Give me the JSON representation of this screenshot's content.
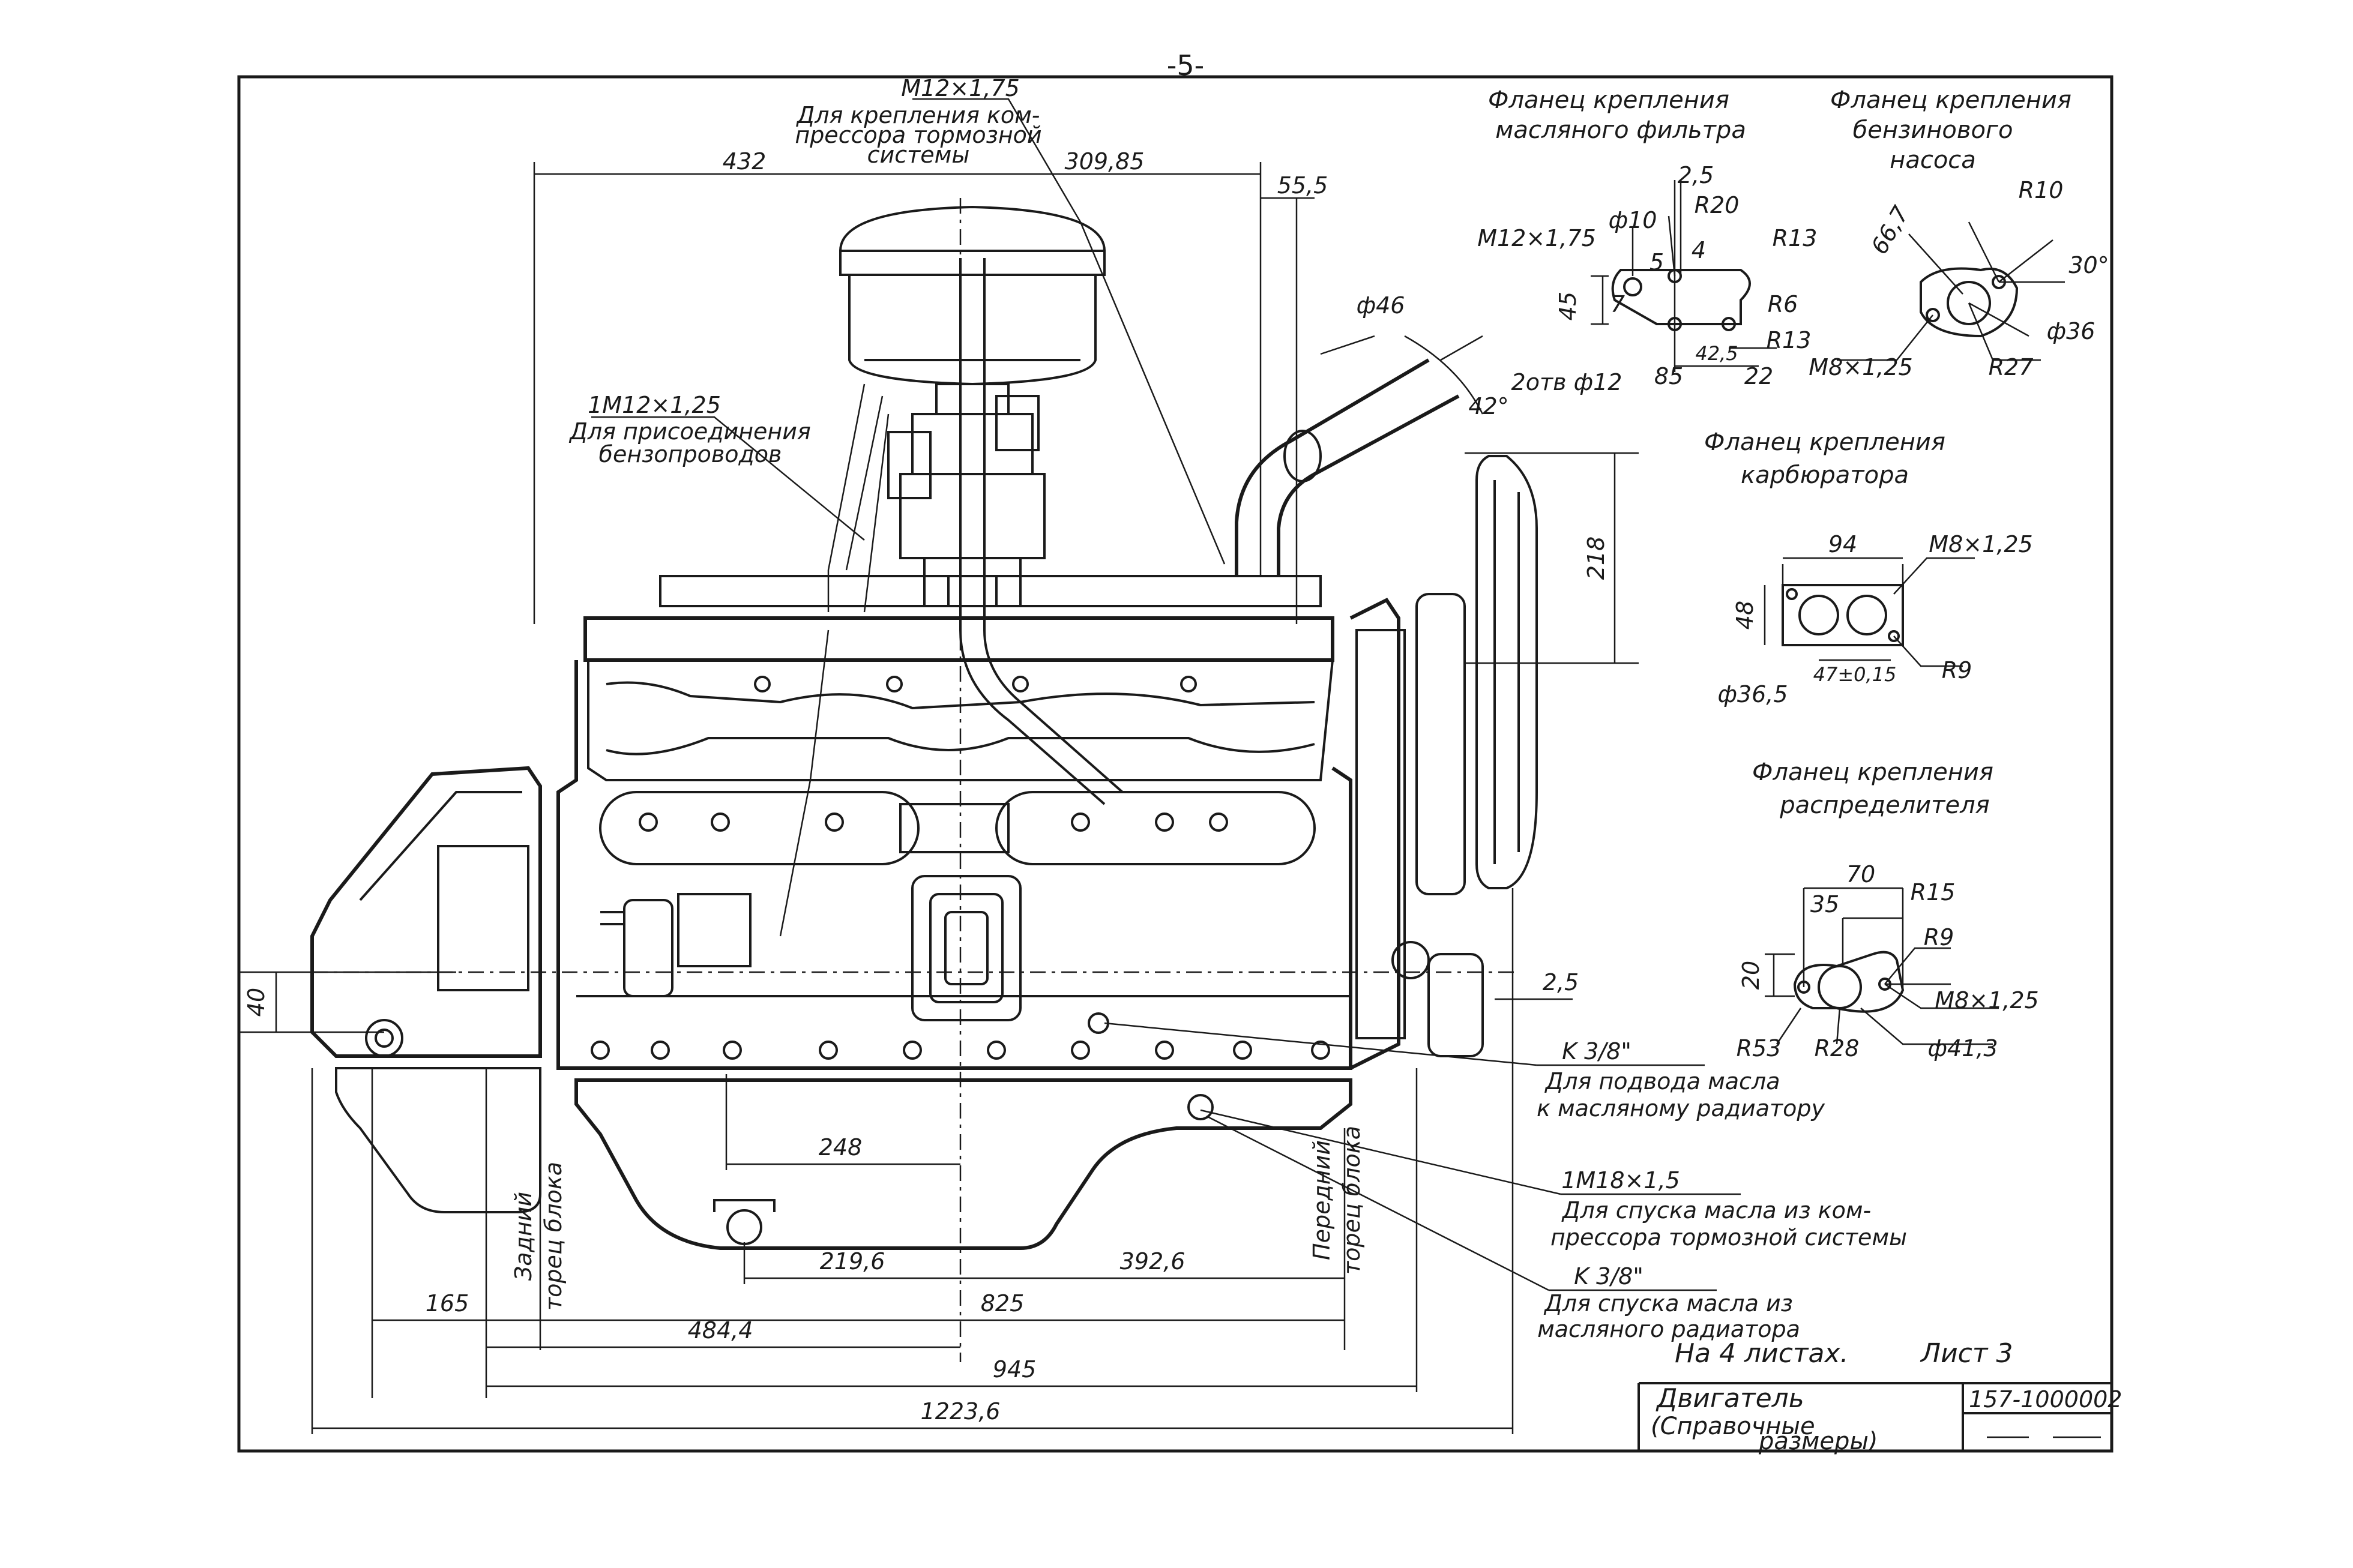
{
  "page_number": "-5-",
  "flanges": {
    "oil_filter": {
      "title": [
        "Фланец крепления",
        "масляного фильтра"
      ],
      "dims": {
        "d1": "2,5",
        "d2": "4",
        "d3": "5",
        "d4": "7",
        "d5": "45",
        "r1": "R20",
        "r2": "R13",
        "r3": "R6",
        "r4": "R13",
        "w1": "42,5",
        "w2": "85",
        "w3": "22",
        "thread": "M12×1,75",
        "phi": "ф10",
        "holes": "2отв ф12"
      }
    },
    "fuel_pump": {
      "title": [
        "Фланец крепления",
        "бензинового",
        "насоса"
      ],
      "dims": {
        "d1": "66,7",
        "r1": "R10",
        "a1": "30°",
        "phi": "ф36",
        "r2": "R27",
        "thread": "M8×1,25"
      }
    },
    "carburetor": {
      "title": [
        "Фланец крепления",
        "карбюратора"
      ],
      "dims": {
        "w": "94",
        "thread": "M8×1,25",
        "h": "48",
        "phi": "ф36,5",
        "c": "47±0,15",
        "r": "R9"
      }
    },
    "distributor": {
      "title": [
        "Фланец крепления",
        "распределителя"
      ],
      "dims": {
        "w1": "70",
        "w2": "35",
        "h": "20",
        "r1": "R15",
        "r2": "R9",
        "thread": "M8×1,25",
        "r3": "R53",
        "r4": "R28",
        "phi": "ф41,3"
      }
    }
  },
  "main": {
    "dims": {
      "d432": "432",
      "d309": "309,85",
      "d55": "55,5",
      "d46": "ф46",
      "d42": "42°",
      "d218": "218",
      "d40": "40",
      "d25": "2,5",
      "d248": "248",
      "d219": "219,6",
      "d392": "392,6",
      "d165": "165",
      "d825": "825",
      "d484": "484,4",
      "d945": "945",
      "d1223": "1223,6"
    },
    "notes": {
      "compressor_thread": "M12×1,75",
      "compressor_text": [
        "Для крепления ком-",
        "прессора тормозной",
        "системы"
      ],
      "fuel_thread": "1M12×1,25",
      "fuel_text": [
        "Для присоединения",
        "бензопроводов"
      ],
      "k38_a": "K 3/8\"",
      "k38_a_text": [
        "Для подвода масла",
        "к масляному радиатору"
      ],
      "m18": "1M18×1,5",
      "m18_text": [
        "Для спуска масла из ком-",
        "прессора тормозной системы"
      ],
      "k38_b": "K 3/8\"",
      "k38_b_text": [
        "Для спуска масла из",
        "масляного радиатора"
      ],
      "rear_face": [
        "Задний",
        "торец блока"
      ],
      "front_face": [
        "Передний",
        "торец блока"
      ]
    }
  },
  "sheet_info": {
    "sheets": "На 4 листах.",
    "sheet": "Лист 3"
  },
  "title_block": {
    "name": "Двигатель",
    "subtitle": [
      "(Справочные",
      "размеры)"
    ],
    "number": "157-1000002"
  }
}
